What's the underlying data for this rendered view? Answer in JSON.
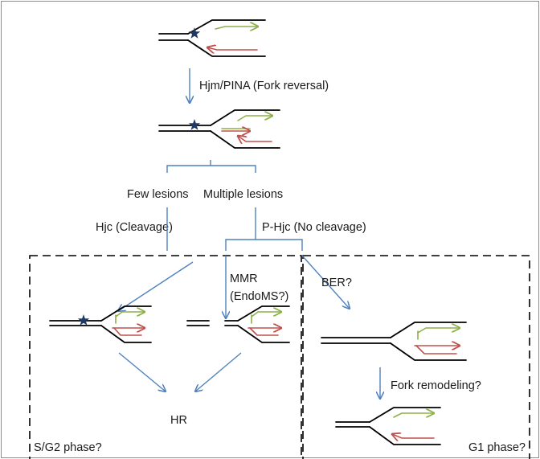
{
  "steps": {
    "fork_reversal": "Hjm/PINA (Fork reversal)",
    "few_lesions": "Few lesions",
    "multiple_lesions": "Multiple lesions",
    "hjc_cleavage": "Hjc (Cleavage)",
    "phjc_no_cleavage": "P-Hjc (No cleavage)",
    "mmr_line1": "MMR",
    "mmr_line2": "(EndoMS?)",
    "ber": "BER?",
    "fork_remodeling": "Fork remodeling?",
    "hr": "HR"
  },
  "phases": {
    "s_g2": "S/G2 phase?",
    "g1": "G1 phase?"
  },
  "colors": {
    "arrow_blue": "#4f81bd",
    "strand_green": "#8db04a",
    "strand_red": "#c0504d",
    "strand_black": "#000000",
    "lesion_star": "#1f3864"
  },
  "icons": {
    "lesion": "star-icon"
  }
}
